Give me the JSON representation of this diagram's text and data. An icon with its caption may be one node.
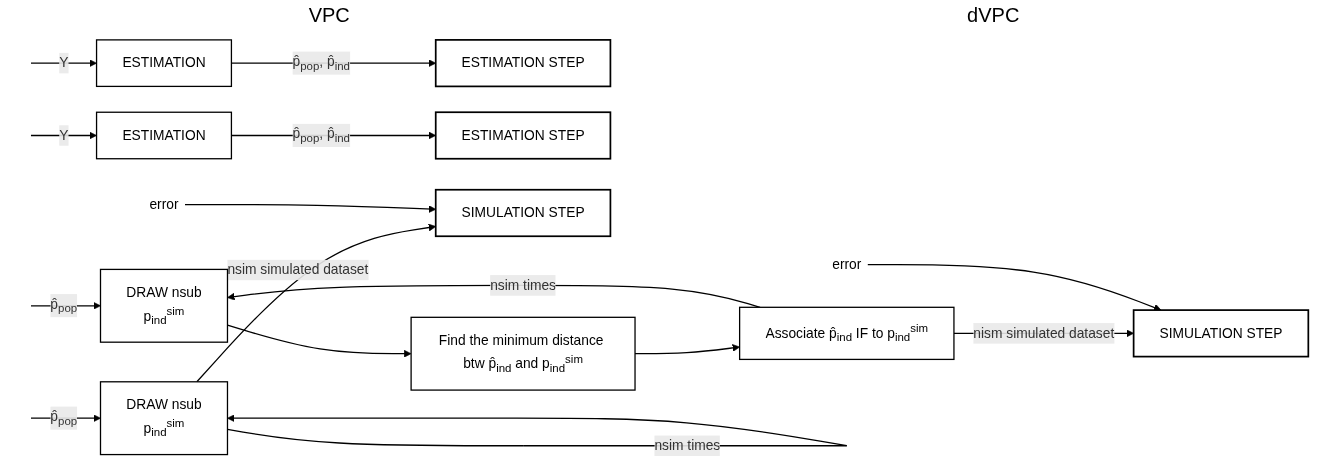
{
  "diagram": {
    "nodes": [
      {
        "text": [
          "ESTIMATION"
        ]
      },
      {
        "text": [
          "ESTIMATION STEP"
        ]
      },
      {
        "text": [
          "ESTIMATION"
        ]
      },
      {
        "text": [
          "ESTIMATION STEP"
        ]
      },
      {
        "text": [
          "error"
        ]
      },
      {
        "text": [
          "DRAW nsub",
          "p$_{ind}$$^{sim}$"
        ]
      },
      {
        "text": [
          "SIMULATION STEP"
        ]
      },
      {
        "text": [
          "DRAW nsub",
          "p$_{ind}$$^{sim}$"
        ]
      },
      {
        "text": [
          "Find the minimum distance btw p̂$_{ind}$ and p$_{ind}$$^{sim}$"
        ]
      },
      {
        "text": [
          "error"
        ]
      },
      {
        "text": [
          "Associate p̂$_{ind}$ IF to p$_{ind}$$^{sim}$"
        ]
      },
      {
        "text": [
          "SIMULATION STEP"
        ]
      }
    ],
    "edges": [
      {
        "from": null,
        "to": 0,
        "arrow": "to",
        "label": "Y"
      },
      {
        "from": 0,
        "to": 1,
        "arrow": "to",
        "label": "p̂$_{pop}$, p̂$_{ind}$"
      },
      {
        "from": null,
        "to": 2,
        "arrow": "to",
        "label": "Y"
      },
      {
        "from": 2,
        "to": 3,
        "arrow": "to",
        "label": "p̂$_{pop}$, p̂$_{ind}$"
      },
      {
        "from": 5,
        "to": 5,
        "arrow": "to",
        "label": "nsim times"
      },
      {
        "from": null,
        "to": 5,
        "arrow": "to",
        "label": "p̂$_{pop}$"
      },
      {
        "from": 5,
        "to": 6,
        "arrow": "to",
        "label": "nsim simulated dataset"
      },
      {
        "from": 4,
        "to": 6,
        "arrow": "to"
      },
      {
        "from": null,
        "to": 7,
        "arrow": "to",
        "label": "p̂$_{pop}$"
      },
      {
        "from": 7,
        "to": 8,
        "arrow": "to"
      },
      {
        "from": 8,
        "to": 10,
        "arrow": "to"
      },
      {
        "from": 10,
        "to": 7,
        "arrow": "to",
        "label": "nsim times"
      },
      {
        "from": 10,
        "to": 11,
        "arrow": "to",
        "label": "nism simulated dataset"
      },
      {
        "from": 9,
        "to": 11,
        "arrow": "to"
      }
    ],
    "labels": [
      "VPC",
      "dVPC"
    ]
  }
}
